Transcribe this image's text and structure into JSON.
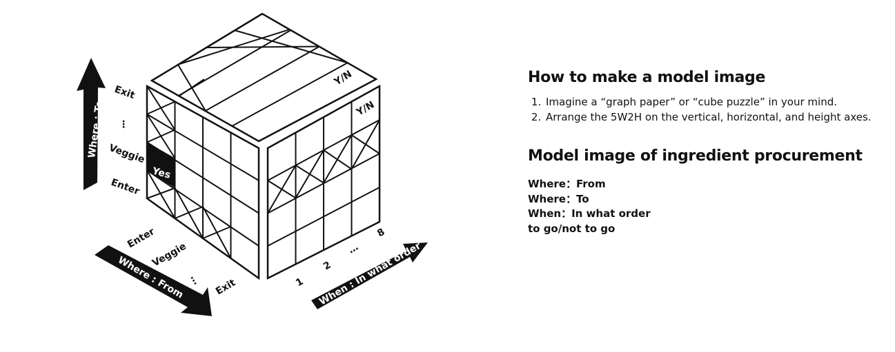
{
  "diagram": {
    "axis_vertical": {
      "title": "Where : To",
      "labels": [
        "Exit",
        "⋮",
        "Veggie",
        "Enter"
      ]
    },
    "axis_left": {
      "title": "Where : From",
      "labels": [
        "Enter",
        "Veggie",
        "…",
        "Exit"
      ]
    },
    "axis_right": {
      "title": "When : In what order",
      "labels": [
        "1",
        "2",
        "…",
        "8"
      ]
    },
    "cell_yes": "Yes",
    "cell_yn_top": "Y/N",
    "cell_yn_right": "Y/N"
  },
  "panel": {
    "heading1": "How to make a model image",
    "steps": [
      "Imagine a “graph paper” or “cube puzzle” in your mind.",
      "Arrange the 5W2H on the vertical, horizontal, and height axes."
    ],
    "heading2": "Model image of ingredient procurement",
    "lines": [
      "Where：From",
      "Where：To",
      "When：In what order",
      "to go/not to go"
    ]
  }
}
